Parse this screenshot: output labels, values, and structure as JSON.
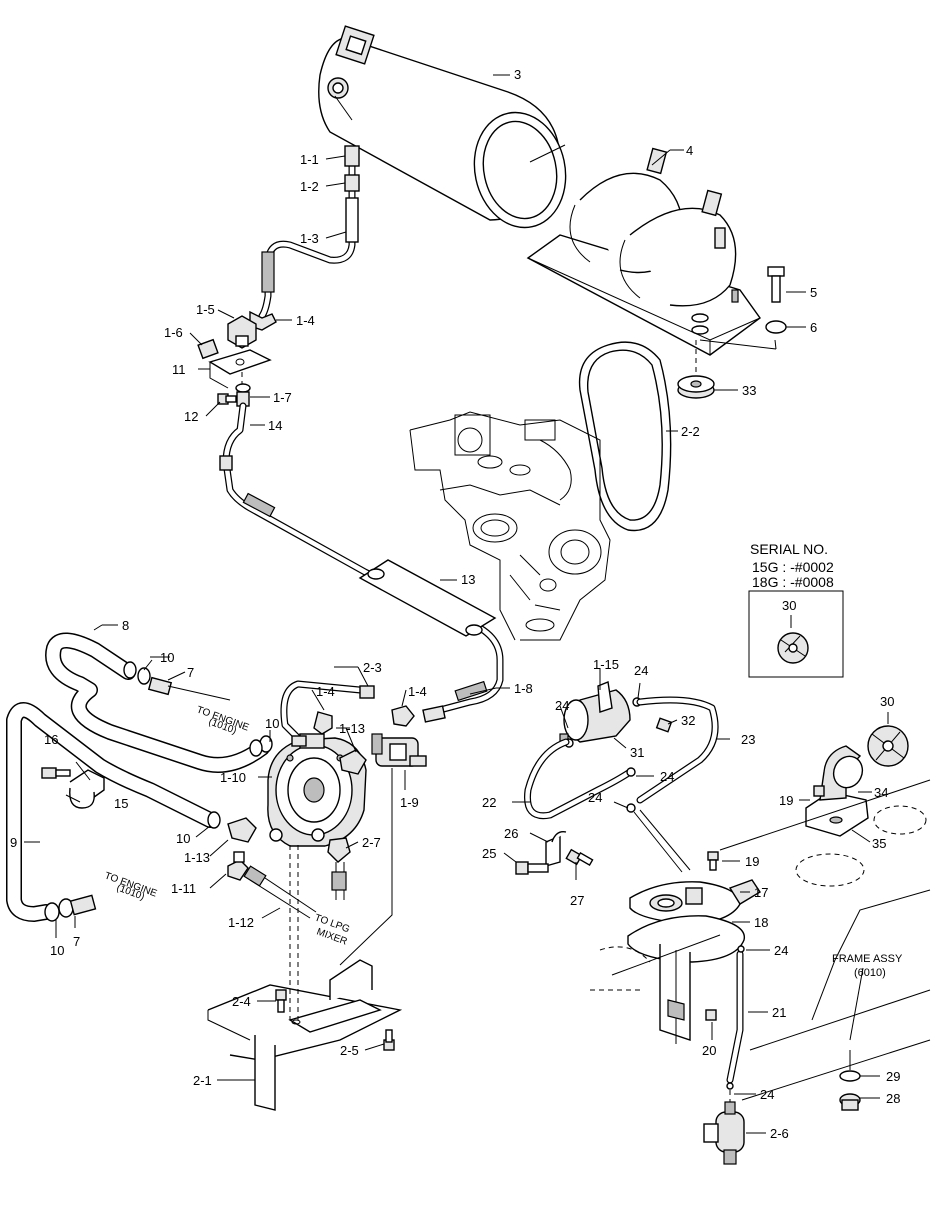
{
  "labels": {
    "p3": "3",
    "p4": "4",
    "p5": "5",
    "p6": "6",
    "p33": "33",
    "p1_1": "1-1",
    "p1_2": "1-2",
    "p1_3": "1-3",
    "p1_4a": "1-4",
    "p1_5": "1-5",
    "p1_6": "1-6",
    "p11": "11",
    "p1_7": "1-7",
    "p12": "12",
    "p14": "14",
    "p2_2": "2-2",
    "p13": "13",
    "p8": "8",
    "p10a": "10",
    "p7a": "7",
    "p2_3": "2-3",
    "p1_4b": "1-4",
    "p1_4c": "1-4",
    "p1_8": "1-8",
    "p10b": "10",
    "p1_13a": "1-13",
    "p16": "16",
    "p15": "15",
    "p1_10": "1-10",
    "p1_9": "1-9",
    "p9": "9",
    "p10c": "10",
    "p1_13b": "1-13",
    "p2_7": "2-7",
    "p1_11": "1-11",
    "p1_12": "1-12",
    "p10d": "10",
    "p7b": "7",
    "p2_4": "2-4",
    "p2_5": "2-5",
    "p2_1": "2-1",
    "p1_15": "1-15",
    "p24a": "24",
    "p24b": "24",
    "p32": "32",
    "p23": "23",
    "p31": "31",
    "p24c": "24",
    "p22": "22",
    "p24d": "24",
    "p26": "26",
    "p25": "25",
    "p27": "27",
    "p19a": "19",
    "p17": "17",
    "p18": "18",
    "p24e": "24",
    "p21": "21",
    "p20": "20",
    "p24f": "24",
    "p2_6": "2-6",
    "p30a": "30",
    "p19b": "19",
    "p34": "34",
    "p35": "35",
    "p29": "29",
    "p28": "28"
  },
  "notes": {
    "to_engine_1": "TO ENGINE",
    "to_engine_1_ref": "(1010)",
    "to_engine_2": "TO ENGINE",
    "to_engine_2_ref": "(1010)",
    "to_lpg": "TO LPG",
    "to_lpg_2": "MIXER",
    "frame_assy": "FRAME ASSY",
    "frame_assy_ref": "(6010)"
  },
  "serial_box": {
    "title": "SERIAL NO.",
    "line1": "15G : -#0002",
    "line2": "18G : -#0008",
    "part": "30"
  }
}
